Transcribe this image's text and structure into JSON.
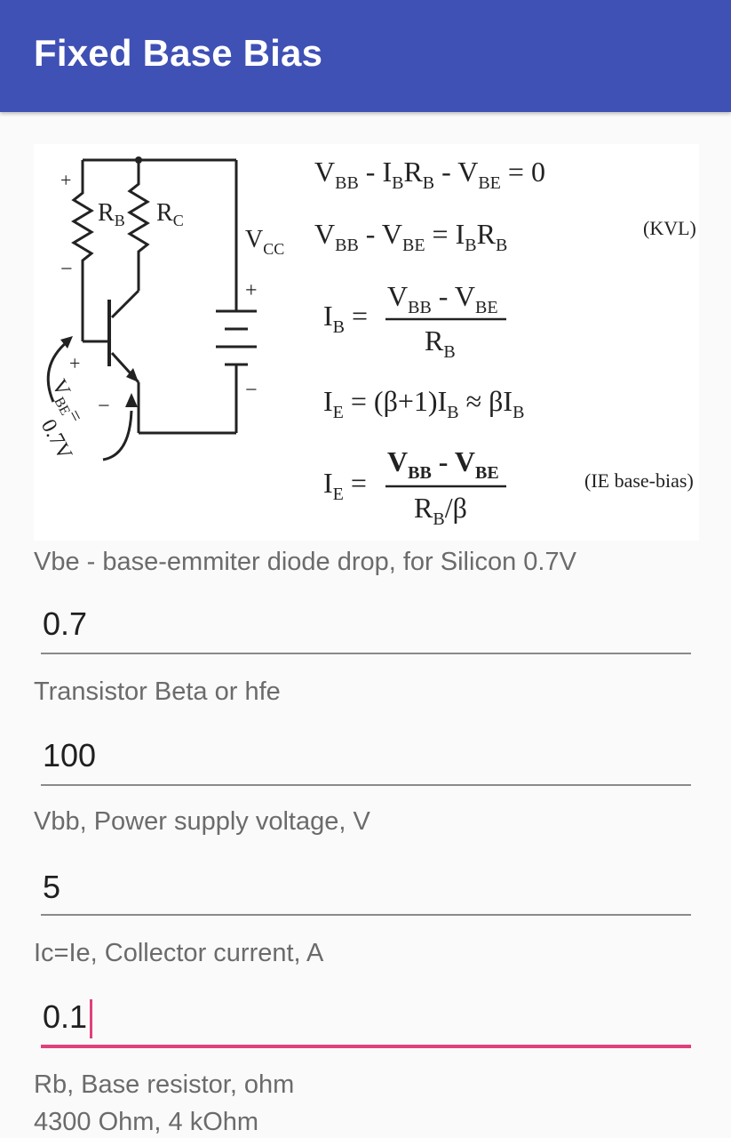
{
  "app": {
    "title": "Fixed Base Bias"
  },
  "diagram": {
    "circuit_labels": {
      "rb": "R",
      "rb_sub": "B",
      "rc": "R",
      "rc_sub": "C",
      "vcc": "V",
      "vcc_sub": "CC",
      "plus": "+",
      "minus": "−",
      "vbe_rotated": "V",
      "vbe_sub_rotated": "BE",
      "vbe_value_rotated": "= 0.7V"
    },
    "equations": {
      "eq1": "V BB - I B R B - V BE = 0",
      "eq2": "V BB - V BE = I B R B",
      "eq2_tag": "(KVL)",
      "eq3_lhs": "I",
      "eq3_lhs_sub": "B",
      "eq3_num": "V BB - V BE",
      "eq3_den": "R B",
      "eq4": "I E = (β+1)I B ≈ βI B",
      "eq5_lhs": "I",
      "eq5_lhs_sub": "E",
      "eq5_num": "V BB - V BE",
      "eq5_den": "R B/β",
      "eq5_tag": "(IE base-bias)"
    }
  },
  "fields": [
    {
      "label": "Vbe - base-emmiter diode drop, for Silicon 0.7V",
      "value": "0.7"
    },
    {
      "label": "Transistor Beta or hfe",
      "value": "100"
    },
    {
      "label": "Vbb, Power supply voltage, V",
      "value": "5"
    },
    {
      "label": "Ic=Ie, Collector current, A",
      "value": "0.1"
    }
  ],
  "result": {
    "label": "Rb, Base resistor, ohm",
    "value": "4300 Ohm, 4 kOhm"
  },
  "colors": {
    "primary": "#3f51b5",
    "accent": "#e0407b",
    "background": "#fafafa"
  }
}
